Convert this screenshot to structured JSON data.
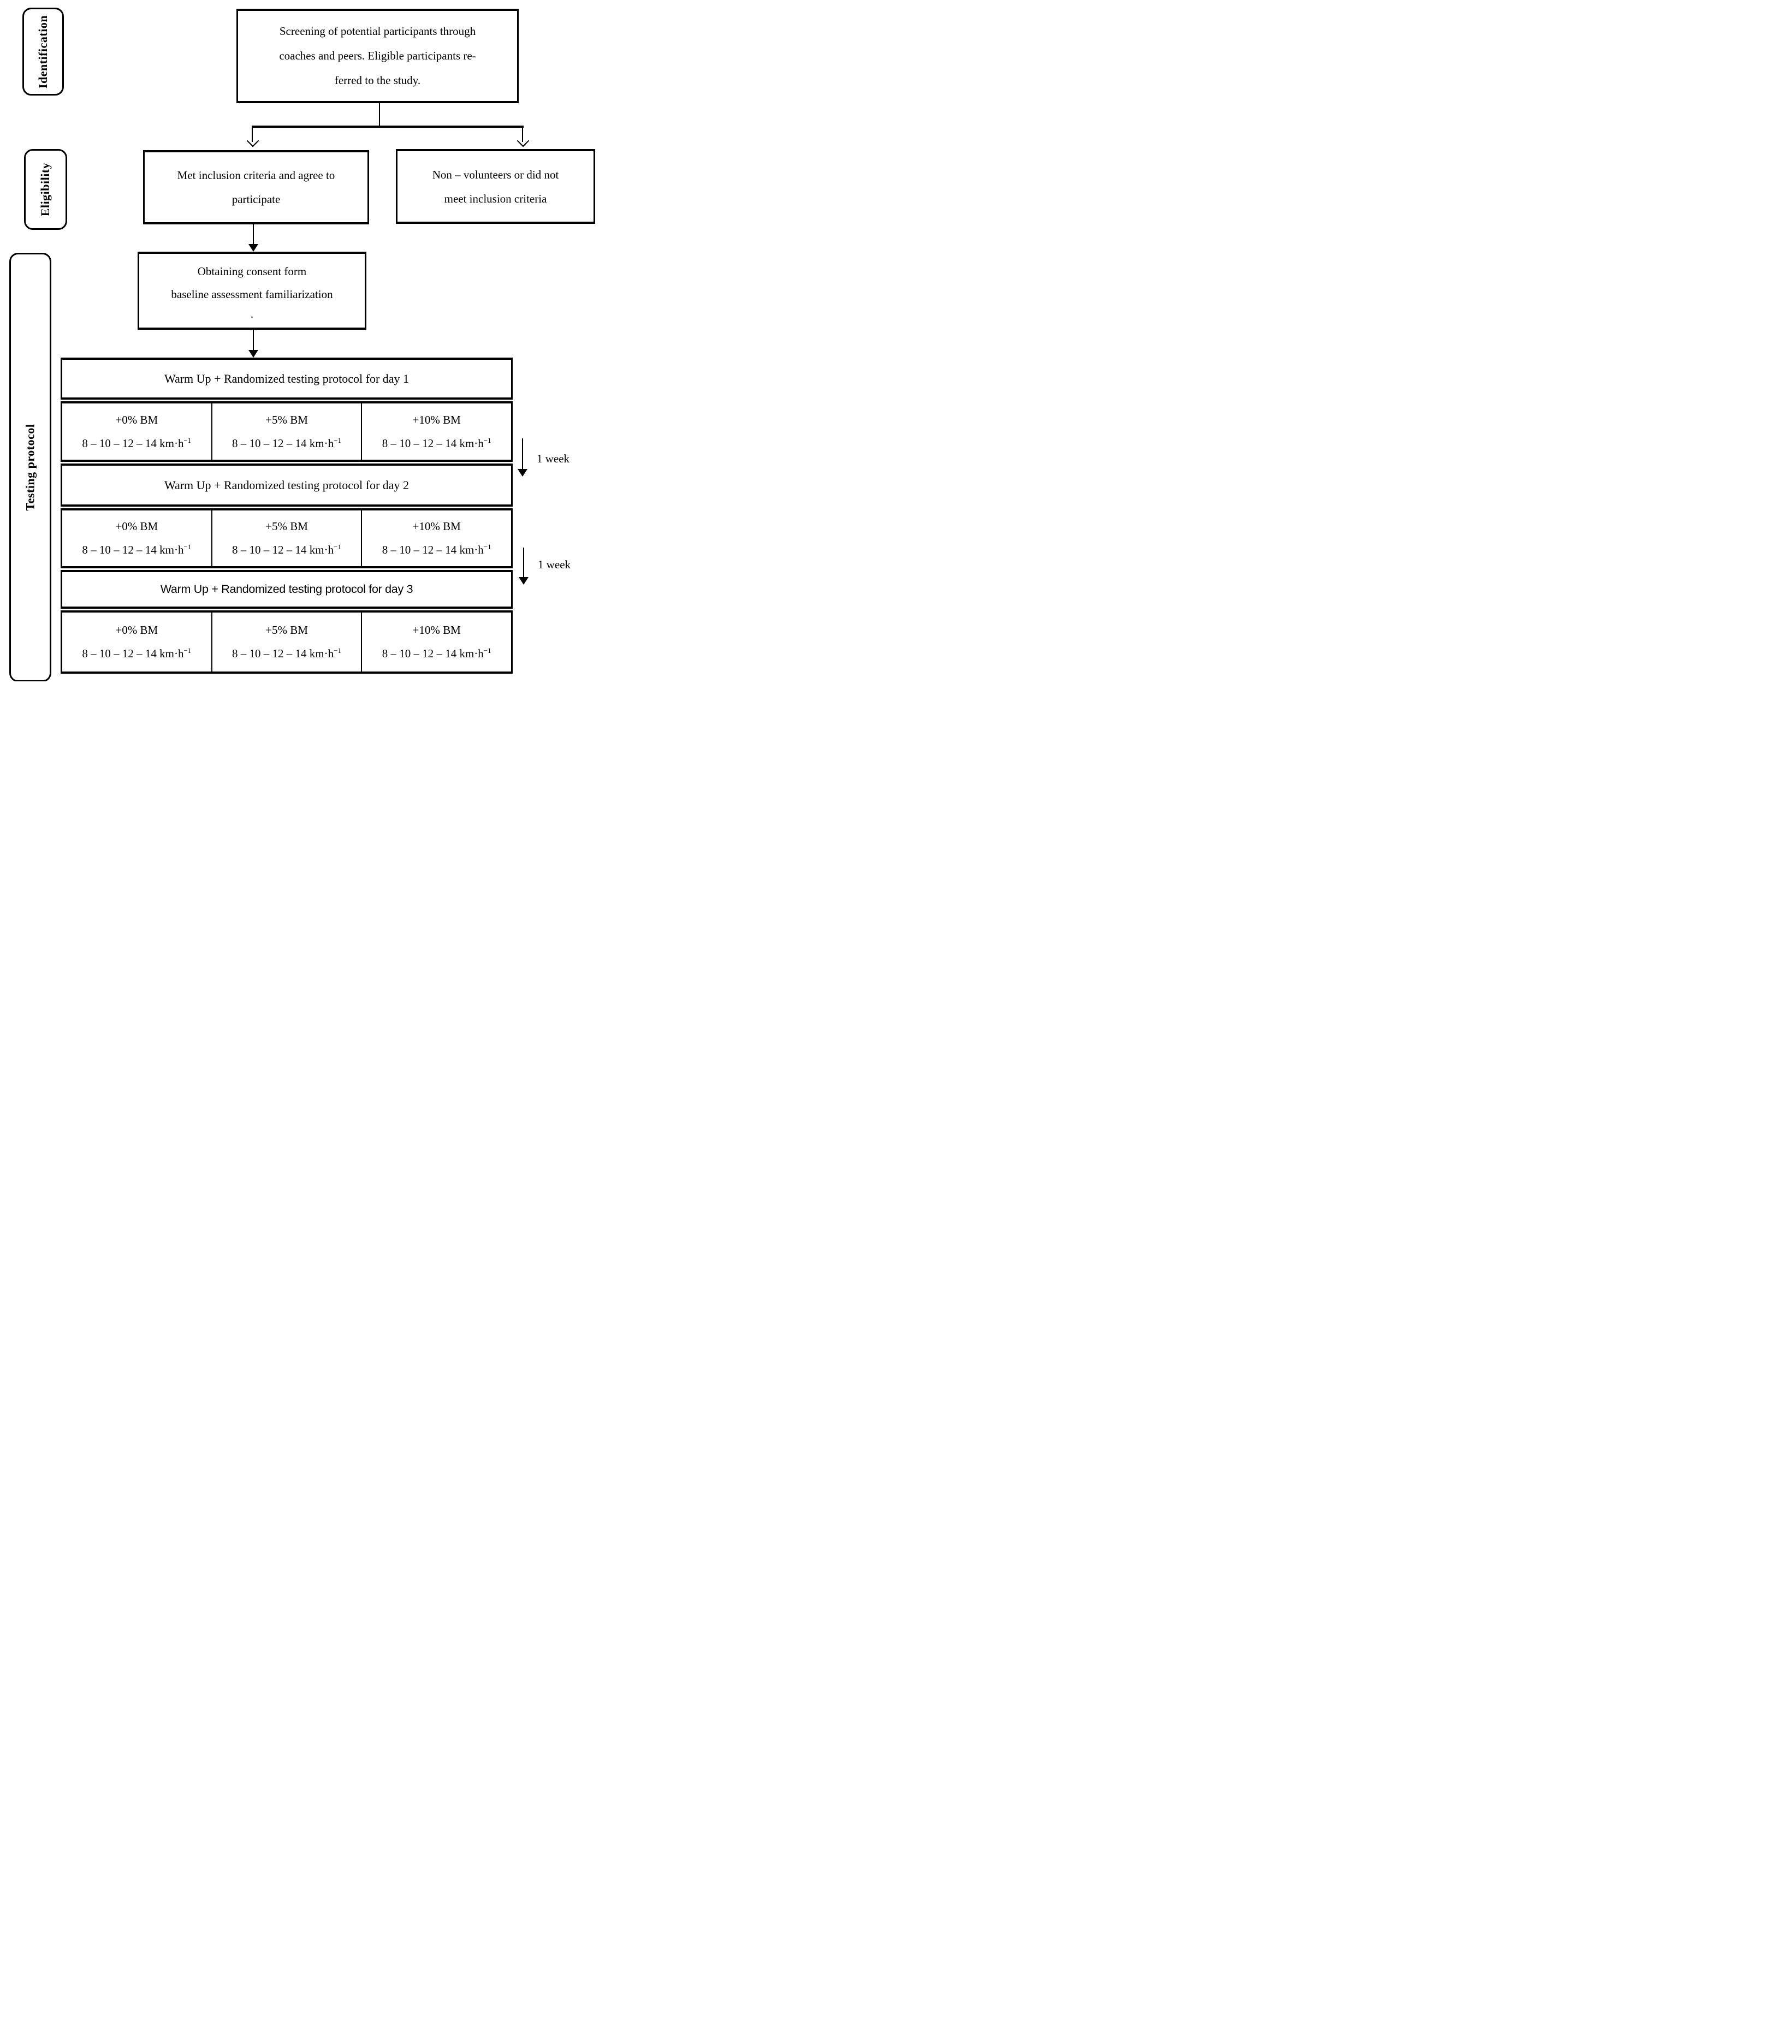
{
  "labels": {
    "identification": "Identification",
    "eligibility": "Eligibility",
    "testing_protocol": "Testing protocol"
  },
  "boxes": {
    "screening": {
      "lines": [
        "Screening of potential participants through",
        "coaches and peers. Eligible participants re-",
        "ferred to the study."
      ]
    },
    "met_inclusion": {
      "lines": [
        "Met inclusion criteria and agree to",
        "participate"
      ]
    },
    "non_volunteers": {
      "lines": [
        "Non – volunteers or did not",
        "meet inclusion criteria"
      ]
    },
    "consent": {
      "lines": [
        "Obtaining consent form",
        "baseline assessment familiarization",
        "."
      ]
    }
  },
  "protocol": {
    "days": [
      {
        "header": "Warm Up + Randomized testing protocol for day 1"
      },
      {
        "header": "Warm Up + Randomized testing protocol for day 2"
      },
      {
        "header": "Warm Up + Randomized testing protocol for day 3"
      }
    ],
    "columns": [
      {
        "load": "+0% BM",
        "speeds_base": "8 – 10 – 12 – 14 km·h",
        "speeds_sup": "−1"
      },
      {
        "load": "+5% BM",
        "speeds_base": "8 – 10 – 12 – 14 km·h",
        "speeds_sup": "−1"
      },
      {
        "load": "+10% BM",
        "speeds_base": "8 – 10 – 12 – 14 km·h",
        "speeds_sup": "−1"
      }
    ]
  },
  "annotations": {
    "week1": "1 week",
    "week2": "1 week"
  },
  "colors": {
    "line": "#000000",
    "background": "#ffffff"
  }
}
